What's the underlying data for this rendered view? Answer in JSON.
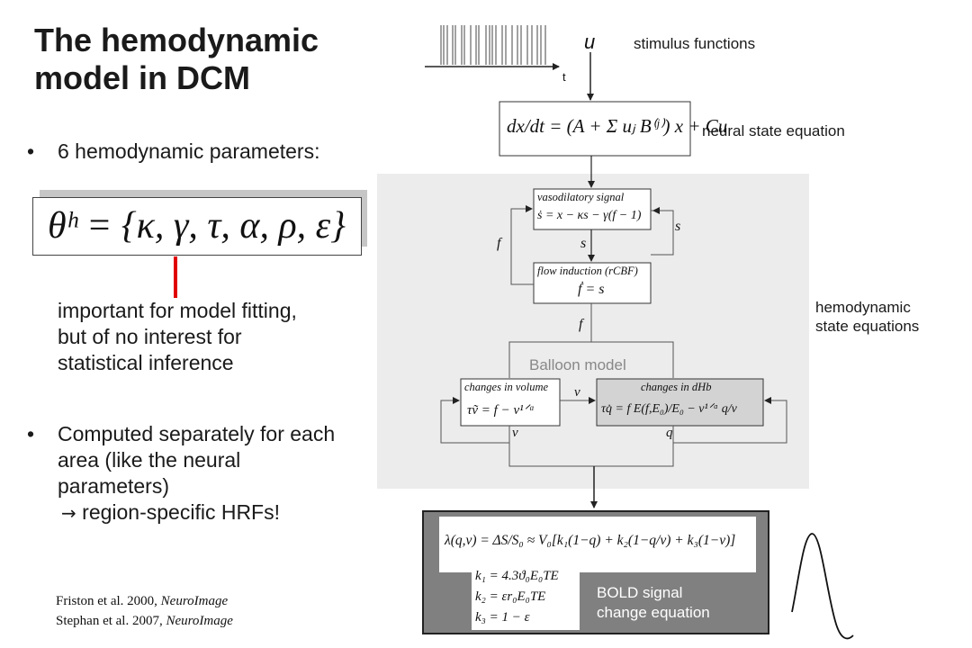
{
  "title_line1": "The hemodynamic",
  "title_line2": "model in DCM",
  "bullets": {
    "b1": "6 hemodynamic parameters:",
    "note": [
      "important for model fitting,",
      "but of no interest for",
      "statistical inference"
    ],
    "b2": [
      "Computed separately for each",
      "area (like the neural",
      "parameters)"
    ],
    "b2_arrow": "→",
    "b2_last": "region-specific HRFs!"
  },
  "theta_equation": "θʰ = {κ, γ, τ, α, ρ, ε}",
  "citations": {
    "c1_prefix": "Friston et al. 2000, ",
    "c1_journal": "NeuroImage",
    "c2_prefix": "Stephan et al. 2007, ",
    "c2_journal": "NeuroImage"
  },
  "labels": {
    "u": "u",
    "t": "t",
    "stimulus": "stimulus functions",
    "neural": "neural state equation",
    "hemo": [
      "hemodynamic",
      "state equations"
    ],
    "balloon": "Balloon model",
    "bold": [
      "BOLD signal",
      "change equation"
    ]
  },
  "neural_equation": "dx/dt = (A + Σ uⱼ B⁽ʲ⁾) x + Cu",
  "boxes": {
    "vaso_title": "vasodilatory signal",
    "vaso_eq": "ṡ = x − κs − γ(f − 1)",
    "flow_title": "flow induction (rCBF)",
    "flow_eq": "ḟ = s",
    "vol_title": "changes in volume",
    "vol_eq": "τṽ = f − v¹ᐟᵅ",
    "dhb_title": "changes in dHb",
    "dhb_eq": "τq̇ = f E(f,E₀)/E₀ − v¹ᐟᵅ q/v"
  },
  "wire_labels": {
    "s_right": "s",
    "s_mid": "s",
    "f_left": "f",
    "f_mid": "f",
    "v_top": "v",
    "v_bot": "v",
    "q_bot": "q"
  },
  "bold_equations": {
    "lambda": "λ(q,v) = ΔS/S₀ ≈ V₀[k₁(1−q) + k₂(1−q/v) + k₃(1−v)]",
    "k1": "k₁ = 4.3ϑ₀E₀TE",
    "k2": "k₂ = εr₀E₀TE",
    "k3": "k₃ = 1 − ε"
  },
  "colors": {
    "hemo_panel": "#ececec",
    "bold_panel": "#808080",
    "red_arrow": "#e00000",
    "box_shadow": "#c8c8c8"
  }
}
